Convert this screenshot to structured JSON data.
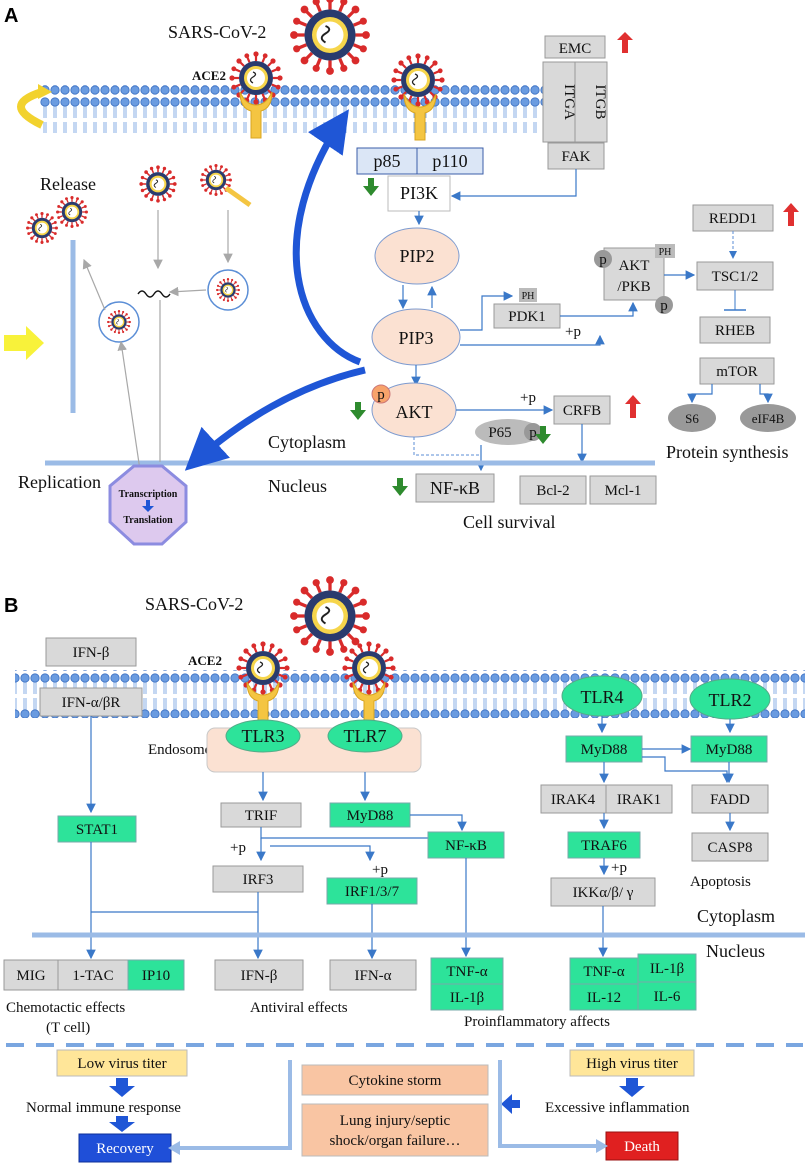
{
  "panels": {
    "a": "A",
    "b": "B"
  },
  "top": {
    "virus_title": "SARS-CoV-2",
    "ace2": "ACE2",
    "emc": "EMC",
    "itga": "ITGA",
    "itgb": "ITGB",
    "fak": "FAK",
    "p85": "p85",
    "p110": "p110",
    "pi3k": "PI3K",
    "pip2": "PIP2",
    "pip3": "PIP3",
    "pdk1": "PDK1",
    "ph": "PH",
    "plus_p": "+p",
    "p": "p",
    "akt": "AKT",
    "akt_pkb": "AKT\n/PKB",
    "redd1": "REDD1",
    "tsc": "TSC1/2",
    "rheb": "RHEB",
    "mtor": "mTOR",
    "s6": "S6",
    "eif4b": "eIF4B",
    "protein_synthesis": "Protein synthesis",
    "crfb": "CRFB",
    "p65": "P65",
    "nfkb": "NF-κB",
    "bcl2": "Bcl-2",
    "mcl1": "Mcl-1",
    "cell_survival": "Cell survival",
    "cytoplasm": "Cytoplasm",
    "nucleus": "Nucleus",
    "release": "Release",
    "replication": "Replication",
    "transcription": "Transcription",
    "translation": "Translation"
  },
  "bottom": {
    "virus_title": "SARS-CoV-2",
    "ace2": "ACE2",
    "ifnb": "IFN-β",
    "ifnr": "IFN-α/βR",
    "endosome": "Endosome",
    "tlr3": "TLR3",
    "tlr7": "TLR7",
    "tlr4": "TLR4",
    "tlr2": "TLR2",
    "myd88": "MyD88",
    "trif": "TRIF",
    "stat1": "STAT1",
    "irf3": "IRF3",
    "irf137": "IRF1/3/7",
    "nfkb": "NF-κB",
    "irak4": "IRAK4",
    "irak1": "IRAK1",
    "traf6": "TRAF6",
    "ikk": "IKKα/β/ γ",
    "fadd": "FADD",
    "casp8": "CASP8",
    "apoptosis": "Apoptosis",
    "plus_p": "+p",
    "cytoplasm": "Cytoplasm",
    "nucleus": "Nucleus",
    "mig": "MIG",
    "itac": "1-TAC",
    "ip10": "IP10",
    "ifnb_out": "IFN-β",
    "ifna_out": "IFN-α",
    "tnfa": "TNF-α",
    "il1b": "IL-1β",
    "il12": "IL-12",
    "il6": "IL-6",
    "chemotactic": "Chemotactic effects",
    "tcell": "(T cell)",
    "antiviral": "Antiviral effects",
    "proinflammatory": "Proinflammatory affects",
    "low_titer": "Low virus titer",
    "high_titer": "High virus titer",
    "normal_response": "Normal immune response",
    "excessive": "Excessive inflammation",
    "cytokine_storm": "Cytokine storm",
    "lung_injury_1": "Lung injury/septic",
    "lung_injury_2": "shock/organ failure…",
    "recovery": "Recovery",
    "death": "Death"
  },
  "colors": {
    "membrane": "#5b8ed6",
    "green_box": "#2de39a",
    "gray_box": "#d9d9d9",
    "recovery": "#1f4fd8",
    "death": "#e02020",
    "receptor": "#f4c542",
    "virus_ring": "#e03030"
  }
}
